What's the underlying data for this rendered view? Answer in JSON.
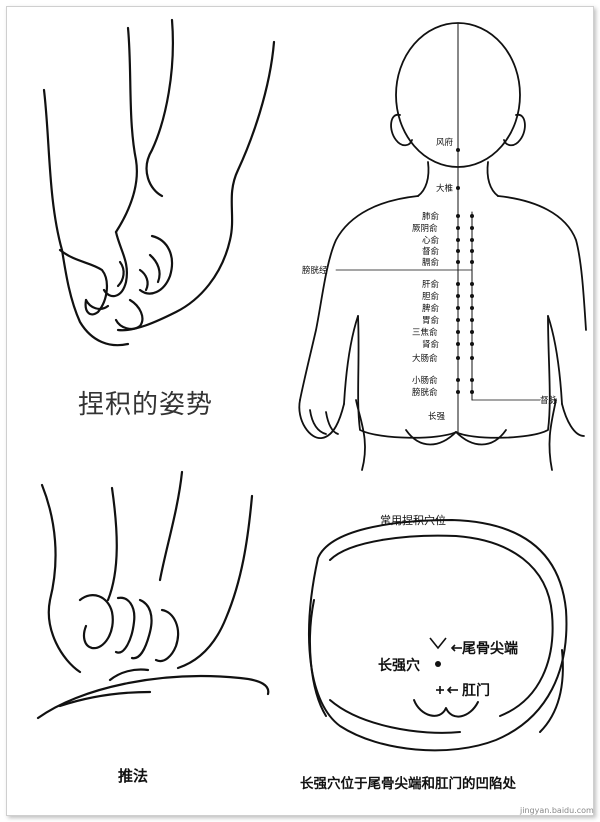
{
  "captions": {
    "pinch_posture": "捏积的姿势",
    "push_method": "推法",
    "common_points": "常用捏积穴位",
    "changqiang_desc": "长强穴位于尾骨尖端和肛门的凹陷处"
  },
  "back_points": {
    "fengfu": "风府",
    "dazhui": "大椎",
    "feishu": "肺俞",
    "jueyinshu": "厥阴俞",
    "xinshu": "心俞",
    "dushu": "督俞",
    "geshu": "膈俞",
    "pangguang_jing": "膀胱经",
    "ganshu": "肝俞",
    "danshu": "胆俞",
    "pishu": "脾俞",
    "weishu": "胃俞",
    "sanjiaoshu": "三焦俞",
    "shenshu": "肾俞",
    "dachangshu": "大肠俞",
    "xiaochangshu": "小肠俞",
    "pangguangshu": "膀胱俞",
    "changqiang": "长强",
    "dumai": "督脉"
  },
  "buttock_points": {
    "tailbone_tip": "尾骨尖端",
    "changqiang": "长强穴",
    "anus": "肛门"
  },
  "watermark": "jingyan.baidu.com"
}
